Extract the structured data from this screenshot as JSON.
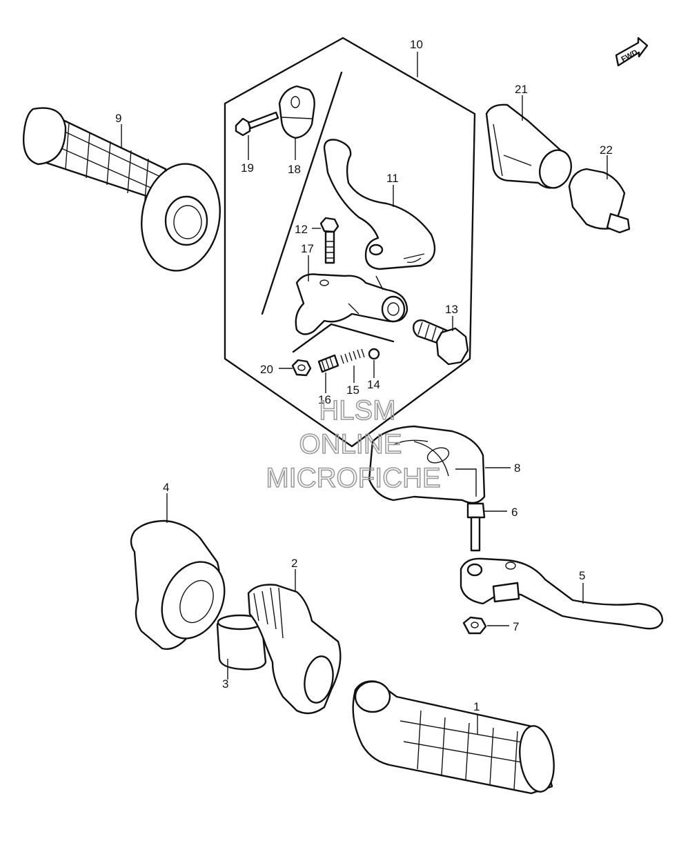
{
  "watermark": {
    "line1": "HLSM",
    "line2": "ONLINE",
    "line3": "MICROFICHE"
  },
  "fwd_badge": "FWD",
  "callouts": [
    "1",
    "2",
    "3",
    "4",
    "5",
    "6",
    "7",
    "8",
    "9",
    "10",
    "11",
    "12",
    "13",
    "14",
    "15",
    "16",
    "17",
    "18",
    "19",
    "20",
    "21",
    "22"
  ],
  "colors": {
    "ink": "#111111",
    "watermark": "#9a9a9a",
    "background": "#ffffff"
  },
  "icons": [
    "fwd-arrow-icon"
  ]
}
